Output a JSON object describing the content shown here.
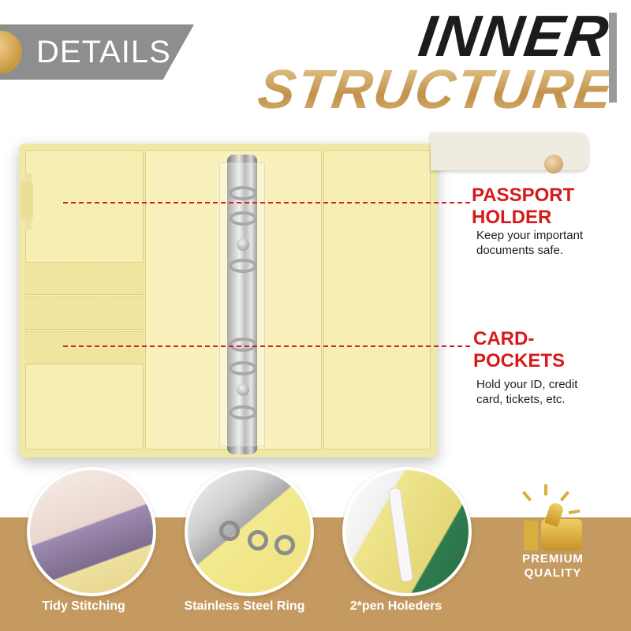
{
  "header": {
    "tab_label": "DETAILS",
    "title_line1": "INNER",
    "title_line2": "STRUCTURE"
  },
  "callouts": [
    {
      "title_line1": "PASSPORT",
      "title_line2": "HOLDER",
      "desc_line1": "Keep your important",
      "desc_line2": "documents safe."
    },
    {
      "title_line1": "CARD-",
      "title_line2": "POCKETS",
      "desc_line1": "Hold your ID, credit",
      "desc_line2": "card, tickets, etc."
    }
  ],
  "features": [
    {
      "label": "Tidy Stitching"
    },
    {
      "label": "Stainless Steel Ring"
    },
    {
      "label": "2*pen Holeders"
    }
  ],
  "badge": {
    "line1": "PREMIUM",
    "line2": "QUALITY"
  },
  "colors": {
    "accent_red": "#d61a1a",
    "gold": "#c59a60",
    "binder_yellow": "#f0e8a6",
    "tab_grey": "#8e8e8e"
  }
}
